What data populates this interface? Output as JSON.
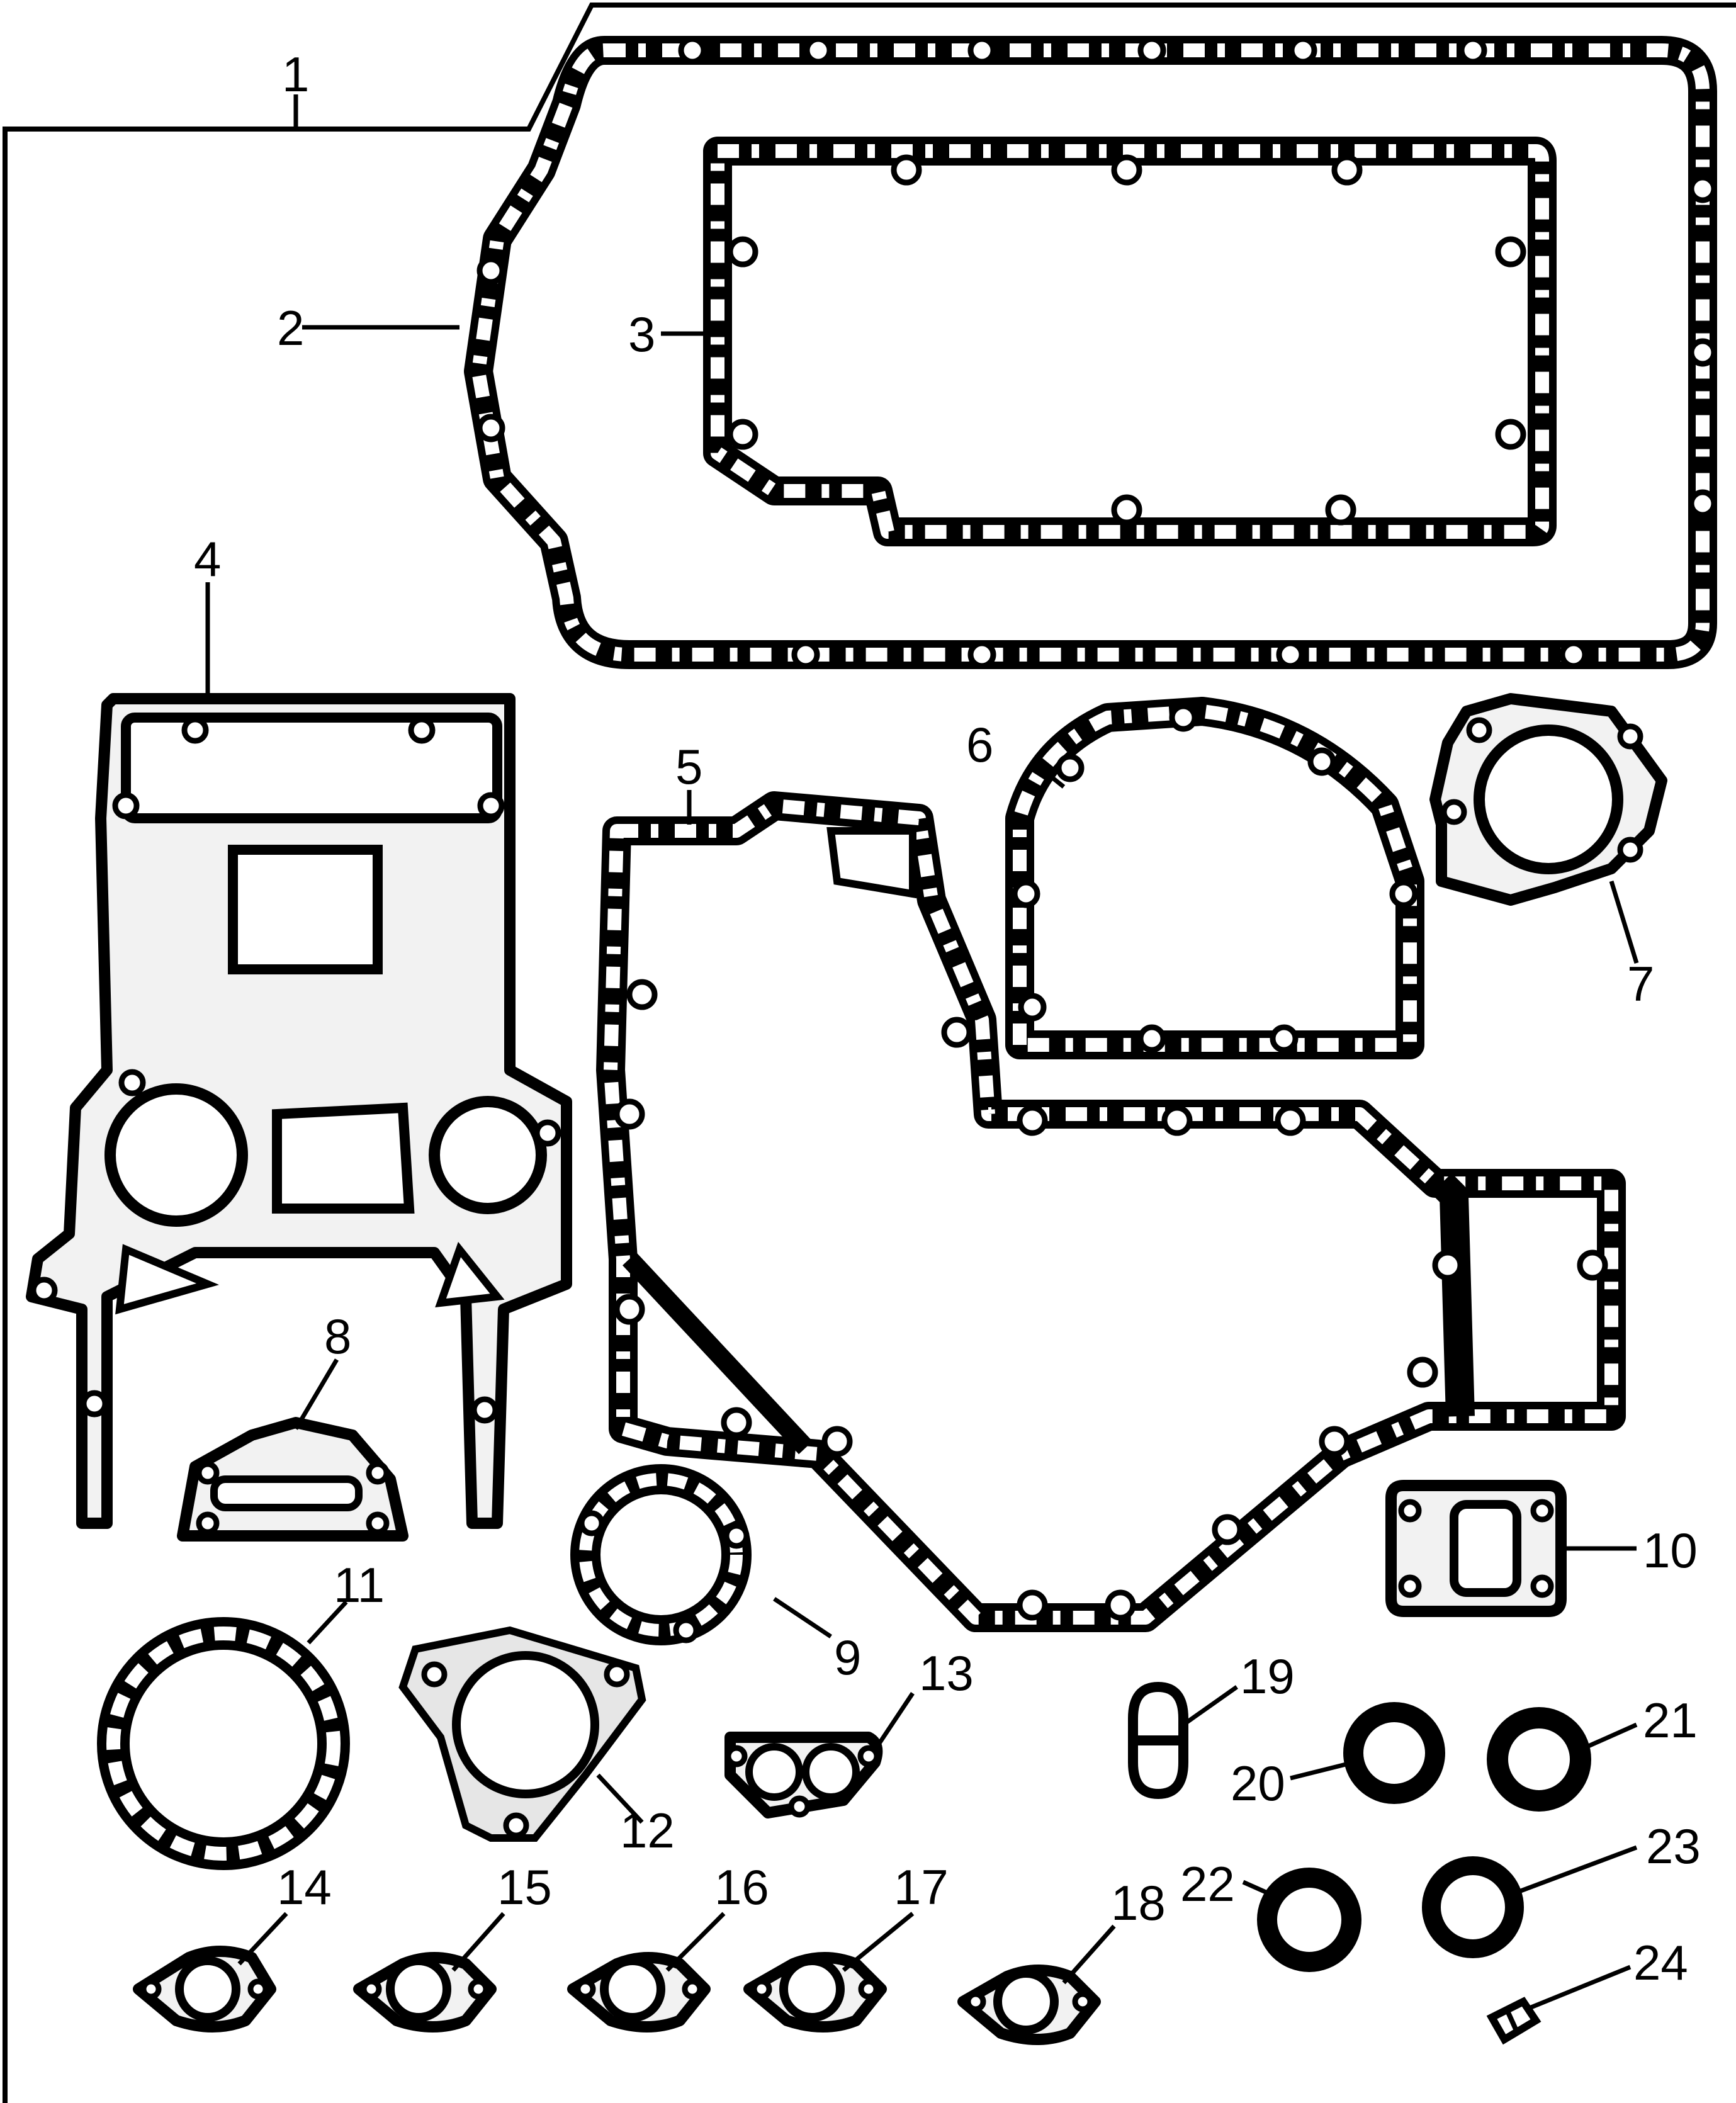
{
  "labels": [
    "1",
    "2",
    "3",
    "4",
    "5",
    "6",
    "7",
    "8",
    "9",
    "10",
    "11",
    "12",
    "13",
    "14",
    "15",
    "16",
    "17",
    "18",
    "19",
    "20",
    "21",
    "22",
    "23",
    "24"
  ],
  "colors": {
    "ink": "#000000",
    "paper": "#ffffff"
  }
}
